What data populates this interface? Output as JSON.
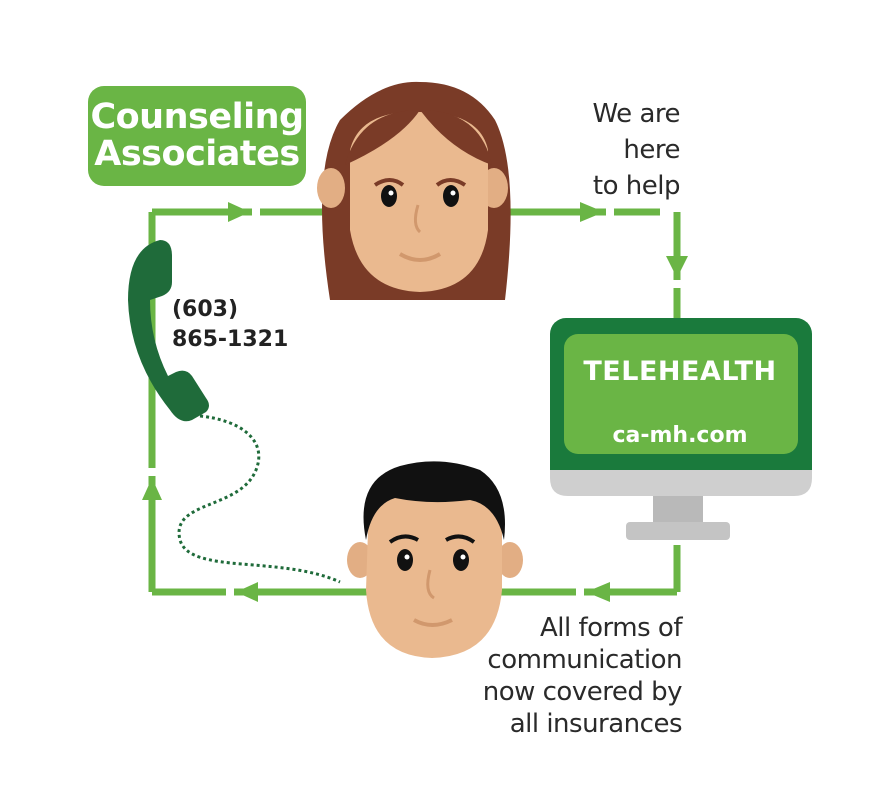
{
  "brand": {
    "line1": "Counseling",
    "line2": "Associates"
  },
  "help_message": [
    "We are",
    "here",
    "to help"
  ],
  "phone": {
    "line1": "(603)",
    "line2": "865-1321"
  },
  "telehealth": {
    "title": "TELEHEALTH",
    "url": "ca-mh.com"
  },
  "coverage_message": [
    "All forms of",
    "communication",
    "now covered by",
    "all insurances"
  ],
  "colors": {
    "accent_green": "#6ab545",
    "dark_green": "#1a7a3c",
    "phone_green": "#1f6b3a",
    "monitor_gray": "#cfcfcf",
    "hair_brown": "#7a3b27",
    "hair_black": "#111111",
    "skin": "#eab98f"
  },
  "icons": [
    "woman-avatar-icon",
    "man-avatar-icon",
    "telephone-handset-icon",
    "monitor-icon",
    "flow-arrow-icon"
  ]
}
